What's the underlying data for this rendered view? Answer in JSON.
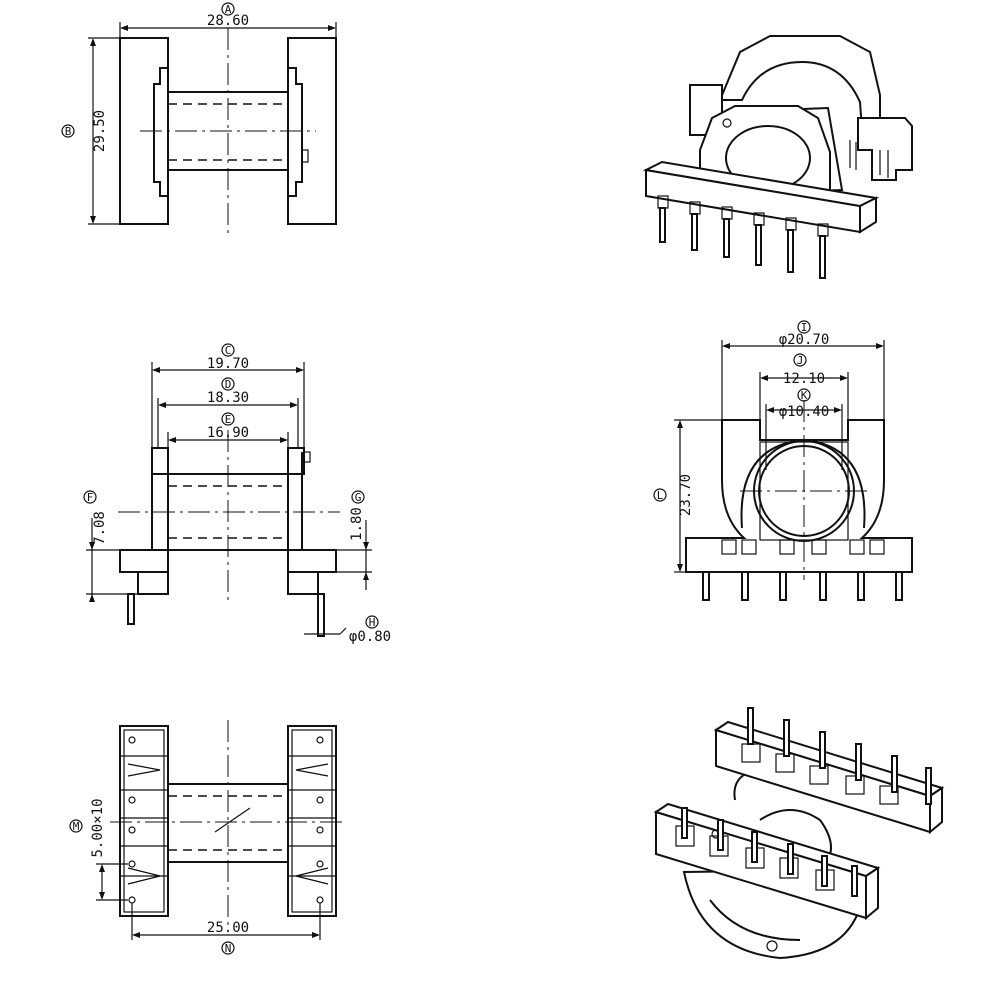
{
  "views": {
    "top": {
      "dims": {
        "A": {
          "tag": "A",
          "value": "28.60"
        },
        "B": {
          "tag": "B",
          "value": "29.50"
        }
      }
    },
    "front": {
      "dims": {
        "C": {
          "tag": "C",
          "value": "19.70"
        },
        "D": {
          "tag": "D",
          "value": "18.30"
        },
        "E": {
          "tag": "E",
          "value": "16.90"
        },
        "F": {
          "tag": "F",
          "value": "7.08"
        },
        "G": {
          "tag": "G",
          "value": "1.80"
        },
        "H": {
          "tag": "H",
          "value": "φ0.80"
        }
      }
    },
    "side": {
      "dims": {
        "I": {
          "tag": "I",
          "value": "φ20.70"
        },
        "J": {
          "tag": "J",
          "value": "12.10"
        },
        "K": {
          "tag": "K",
          "value": "φ10.40"
        },
        "L": {
          "tag": "L",
          "value": "23.70"
        }
      }
    },
    "bottom": {
      "dims": {
        "M": {
          "tag": "M",
          "value": "5.00×10"
        },
        "N": {
          "tag": "N",
          "value": "25.00"
        }
      }
    }
  },
  "iso_views": [
    "isometric-top-view",
    "isometric-bottom-view"
  ],
  "pin_count_per_side": 6
}
